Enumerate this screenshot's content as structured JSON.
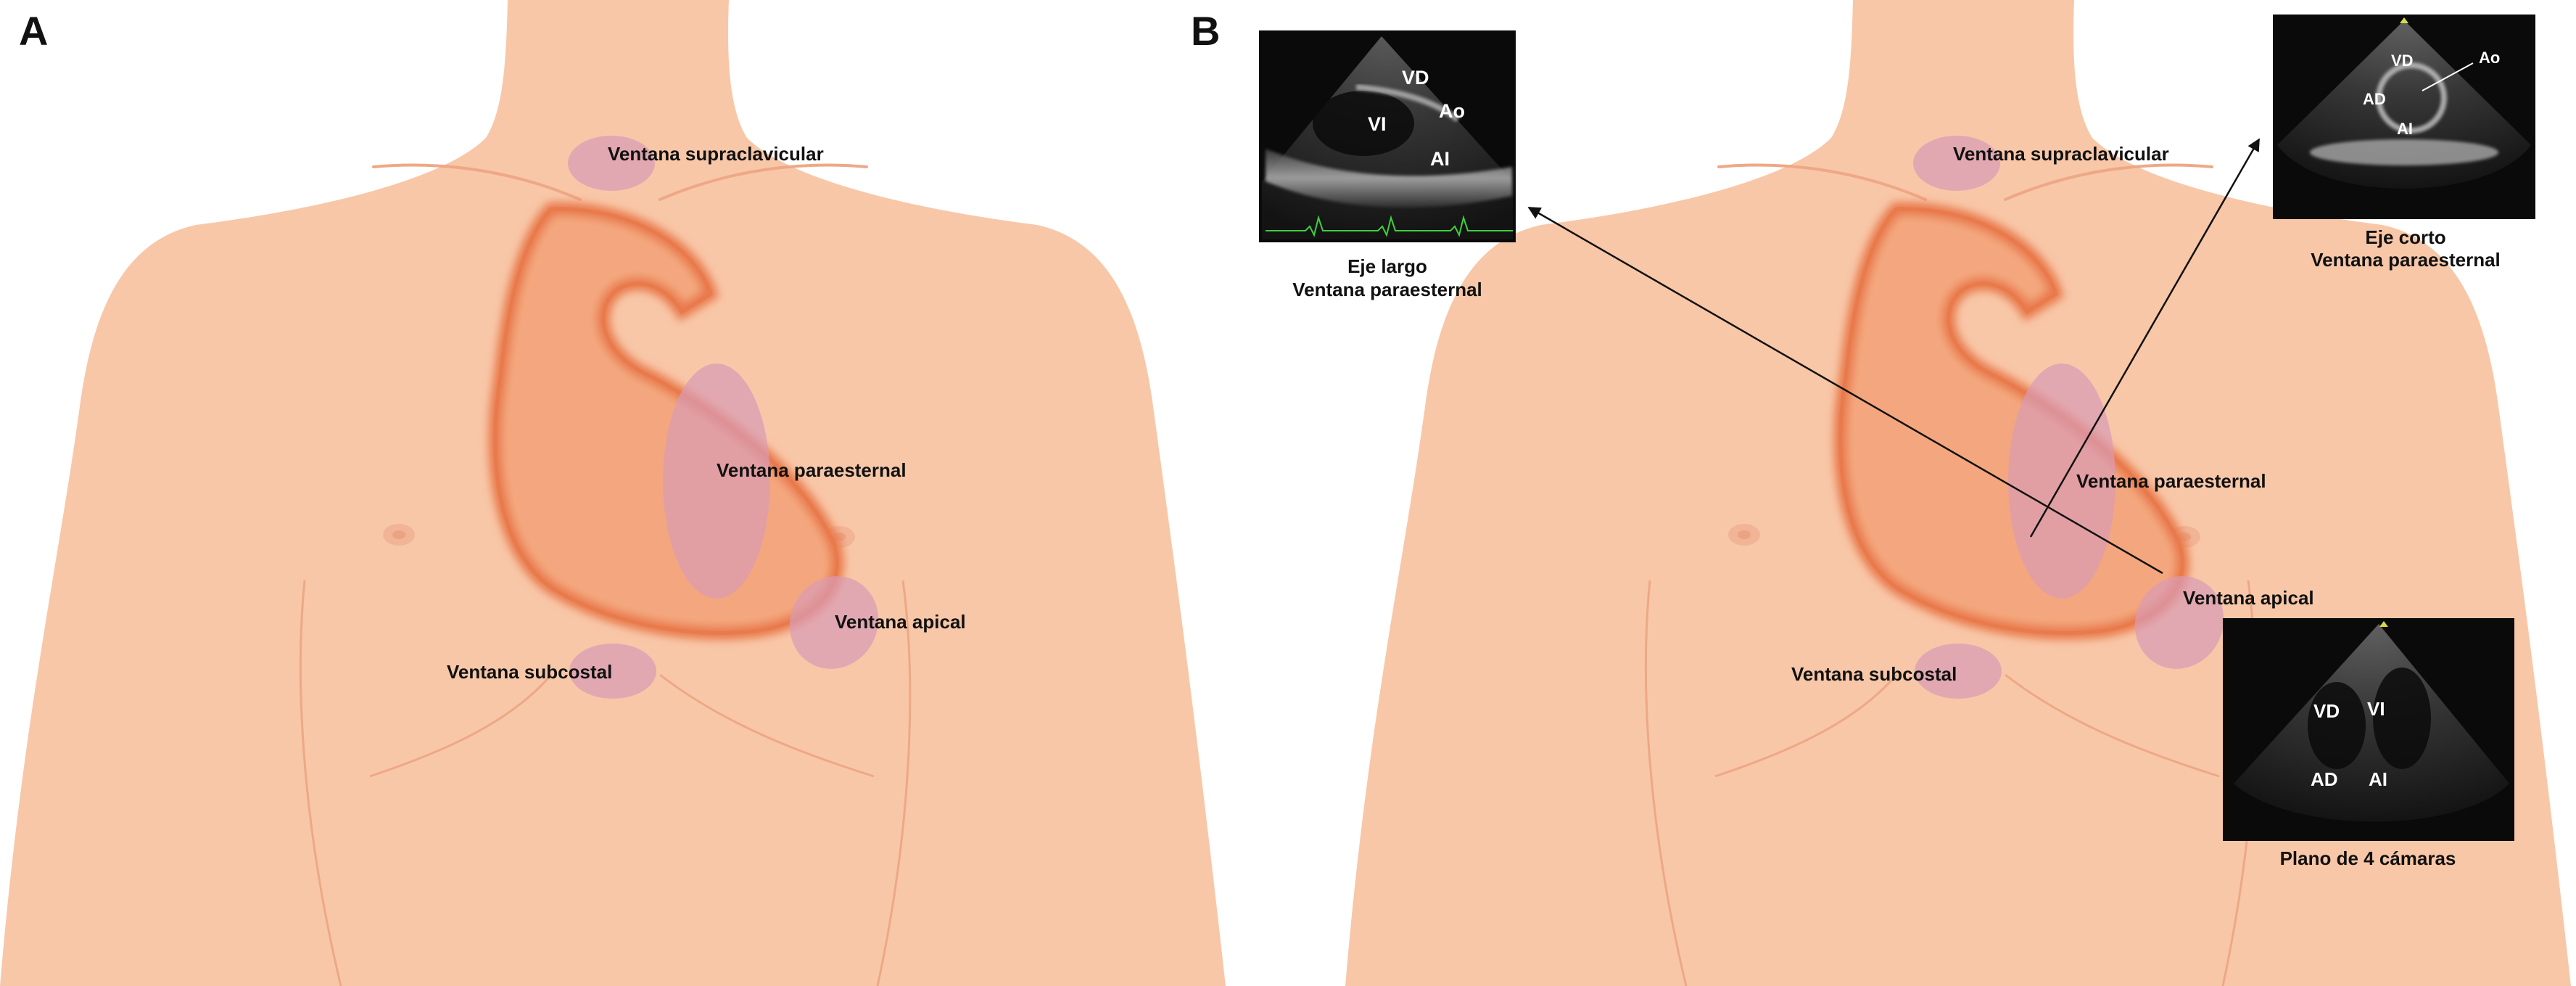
{
  "panels": {
    "a": {
      "letter": "A",
      "windows": {
        "supraclavicular": "Ventana supraclavicular",
        "paraesternal": "Ventana paraesternal",
        "apical": "Ventana apical",
        "subcostal": "Ventana subcostal"
      }
    },
    "b": {
      "letter": "B",
      "windows": {
        "supraclavicular": "Ventana supraclavicular",
        "paraesternal": "Ventana paraesternal",
        "apical": "Ventana apical",
        "subcostal": "Ventana subcostal"
      },
      "echo_views": {
        "long_axis": {
          "caption_line1": "Eje largo",
          "caption_line2": "Ventana paraesternal",
          "labels": [
            "VD",
            "VI",
            "Ao",
            "AI"
          ]
        },
        "short_axis": {
          "caption_line1": "Eje corto",
          "caption_line2": "Ventana paraesternal",
          "labels": [
            "VD",
            "Ao",
            "AD",
            "AI"
          ]
        },
        "four_chamber": {
          "caption_line1": "Plano de 4 cámaras",
          "labels": [
            "VD",
            "VI",
            "AD",
            "AI"
          ]
        }
      }
    }
  },
  "colors": {
    "skin": "#f8c7a8",
    "skin_line": "#eea886",
    "heart_fill": "#f4a77e",
    "heart_edge": "#e8784a",
    "window_fill": "#d99bb5",
    "echo_bg": "#0a0a0a"
  }
}
